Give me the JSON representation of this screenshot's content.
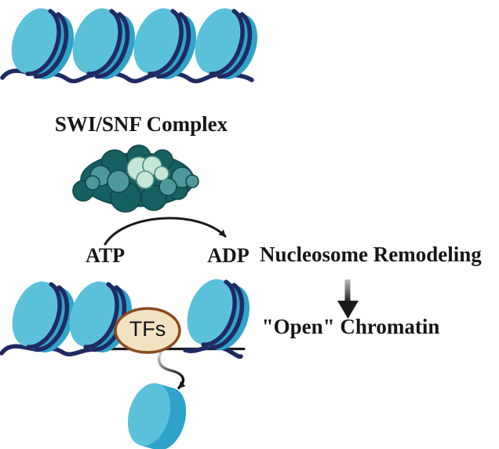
{
  "diagram": {
    "labels": {
      "complex": "SWI/SNF Complex",
      "atp": "ATP",
      "adp": "ADP",
      "remodeling": "Nucleosome Remodeling",
      "open_chromatin": "\"Open\" Chromatin",
      "tfs": "TFs"
    },
    "colors": {
      "nucleosome_face": "#5BC1DA",
      "nucleosome_side": "#2FA3C9",
      "dna": "#1F2A63",
      "open_dna_line": "#1c1c1c",
      "complex_dark": "#176061",
      "complex_mid": "#4E979A",
      "complex_light": "#C7E6D8",
      "complex_outline": "#11474A",
      "tf_fill": "#F3E2C1",
      "tf_border": "#8A4A1E",
      "arrow": "#1a1a1a"
    },
    "structure": {
      "condensed_fiber_nucleosomes": 4,
      "open_fiber_nucleosomes": 3,
      "released_nucleosomes": 1
    }
  }
}
